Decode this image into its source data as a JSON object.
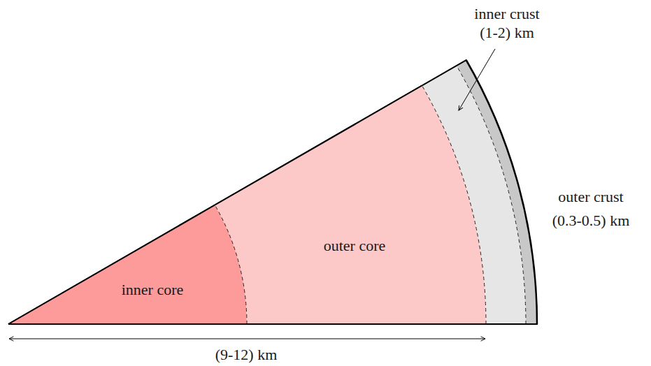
{
  "diagram": {
    "nodes": [
      {
        "text": [
          "inner core"
        ]
      },
      {
        "text": [
          "outer core"
        ]
      }
    ],
    "labels": [
      "inner crust",
      "(1-2) km",
      "outer crust",
      "(0.3-0.5) km",
      "(9-12) km"
    ]
  }
}
